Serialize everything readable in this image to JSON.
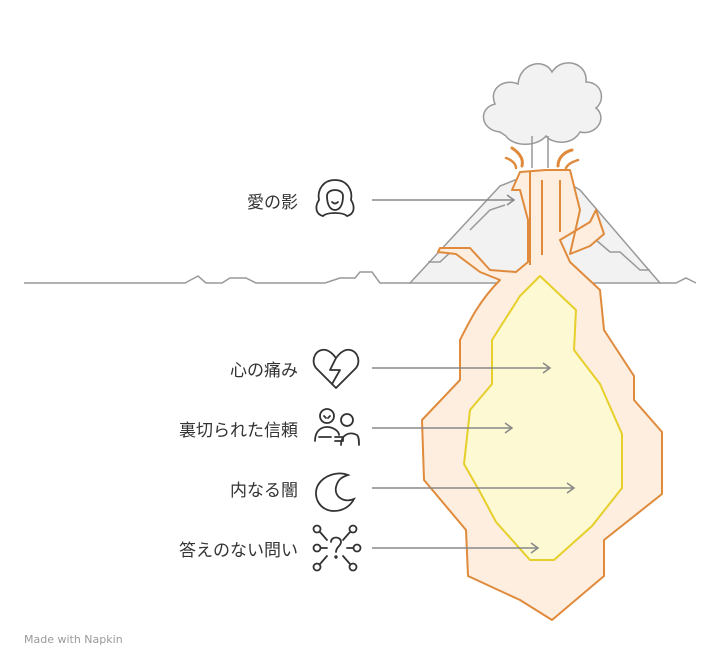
{
  "labels": [
    {
      "text": "愛の影",
      "icon": "woman-face-icon"
    },
    {
      "text": "心の痛み",
      "icon": "broken-heart-icon"
    },
    {
      "text": "裏切られた信頼",
      "icon": "people-handshake-icon"
    },
    {
      "text": "内なる闇",
      "icon": "crescent-moon-icon"
    },
    {
      "text": "答えのない問い",
      "icon": "question-network-icon"
    }
  ],
  "credit": "Made with Napkin",
  "colors": {
    "text": "#333333",
    "line": "#888888",
    "ground": "#999999",
    "lava_outer_stroke": "#e08a3c",
    "lava_outer_fill": "#fdeee0",
    "lava_inner_stroke": "#e6cf2a",
    "lava_inner_fill": "#fdf9d2",
    "mountain_fill": "#f2f2f2",
    "cloud_fill": "#f2f2f2"
  }
}
